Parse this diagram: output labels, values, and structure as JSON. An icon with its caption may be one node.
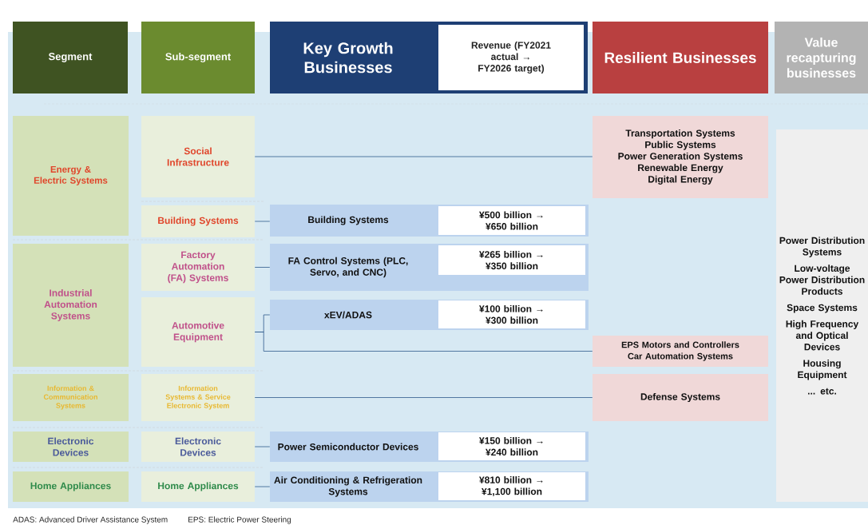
{
  "diagram": {
    "nodes": [
      {
        "text": [
          "Segment"
        ]
      },
      {
        "text": [
          "Sub-segment"
        ]
      },
      {
        "text": [
          "Key Growth Businesses"
        ]
      },
      {
        "text": [
          "Revenue (FY2021 actual → FY2026 target)"
        ],
        "in": 2
      },
      {
        "text": [
          "Resilient Businesses"
        ]
      },
      {
        "text": [
          "Value recapturing businesses"
        ]
      },
      {
        "text": [
          "Energy & Electric Systems"
        ]
      },
      {
        "text": [
          "Industrial Automation Systems"
        ]
      },
      {
        "text": [
          "Information & Communication Systems"
        ]
      },
      {
        "text": [
          "Electronic Devices"
        ]
      },
      {
        "text": [
          "Home Appliances"
        ]
      },
      {
        "text": [
          "Social Infrastructure"
        ]
      },
      {
        "text": [
          "Building Systems"
        ]
      },
      {
        "text": [
          "Factory Automation (FA) Systems"
        ]
      },
      {
        "text": [
          "Automotive Equipment"
        ]
      },
      {
        "text": [
          "Information Systems & Service Electronic System"
        ]
      },
      {
        "text": [
          "Electronic Devices"
        ]
      },
      {
        "text": [
          "Home Appliances"
        ]
      },
      {
        "text": [
          "Building Systems"
        ]
      },
      {
        "text": [
          "¥500 billion → ¥650 billion"
        ],
        "in": 18
      },
      {
        "text": [
          "FA Control Systems (PLC, Servo, and CNC)"
        ]
      },
      {
        "text": [
          "¥265 billion → ¥350 billion"
        ],
        "in": 20
      },
      {
        "text": [
          "xEV/ADAS"
        ]
      },
      {
        "text": [
          "¥100 billion → ¥300 billion"
        ],
        "in": 22
      },
      {
        "text": [
          "Power Semiconductor Devices"
        ]
      },
      {
        "text": [
          "¥150 billion → ¥240 billion"
        ],
        "in": 24
      },
      {
        "text": [
          "Air Conditioning & Refrigeration Systems"
        ]
      },
      {
        "text": [
          "¥810 billion → ¥1,100 billion"
        ],
        "in": 26
      },
      {
        "text": [
          "Transportation Systems",
          "Public Systems",
          "Power Generation Systems",
          "Renewable Energy",
          "Digital Energy"
        ]
      },
      {
        "text": [
          "EPS Motors and Controllers",
          "Car Automation Systems"
        ]
      },
      {
        "text": [
          "Defense Systems"
        ]
      },
      {
        "text": [
          "Power Distribution Systems",
          "Low-voltage Power Distribution Products",
          "Space Systems",
          "High Frequency and Optical Devices",
          "Housing Equipment",
          "... etc."
        ]
      }
    ],
    "edges": [
      {
        "from": 11,
        "to": 28,
        "arrow": "none"
      },
      {
        "from": 12,
        "to": 18,
        "arrow": "none"
      },
      {
        "from": 13,
        "to": 20,
        "arrow": "none"
      },
      {
        "from": 14,
        "to": 22,
        "arrow": "none"
      },
      {
        "from": 14,
        "to": 29,
        "arrow": "none"
      },
      {
        "from": 15,
        "to": 30,
        "arrow": "none"
      },
      {
        "from": 16,
        "to": 24,
        "arrow": "none"
      },
      {
        "from": 17,
        "to": 26,
        "arrow": "none"
      }
    ],
    "labels": [
      "ADAS: Advanced Driver Assistance System",
      "EPS: Electric Power Steering"
    ]
  }
}
